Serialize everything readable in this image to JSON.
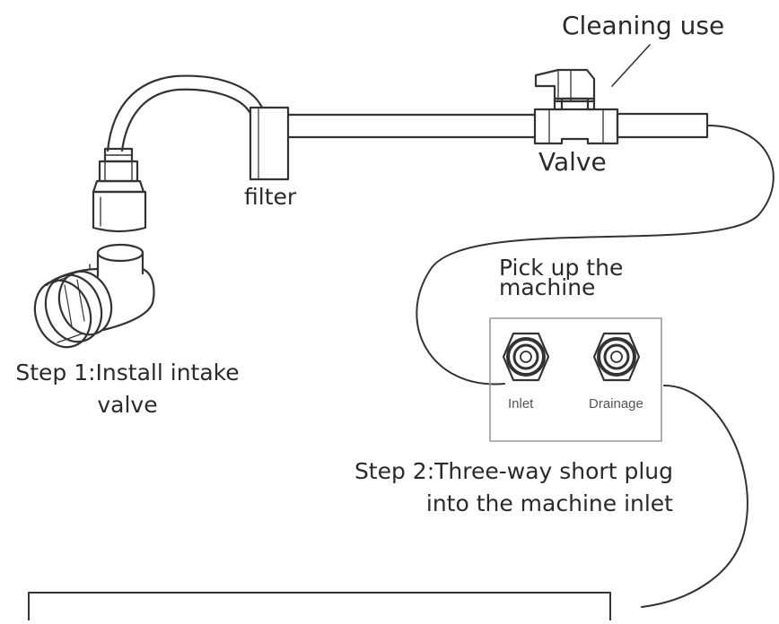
{
  "labels": {
    "cleaning_use": "Cleaning use",
    "valve": "Valve",
    "filter": "filter",
    "pick_up_line1": "Pick up the",
    "pick_up_line2": "machine",
    "inlet": "Inlet",
    "drainage": "Drainage",
    "step1_line1": "Step 1:Install intake",
    "step1_line2": "valve",
    "step2_line1": "Step 2:Three-way short plug",
    "step2_line2": "into the machine inlet"
  },
  "colors": {
    "line": "#333333",
    "panel_border": "#999999",
    "text": "#2a2a2a"
  },
  "icons": {
    "intake_valve": "angle-valve-icon",
    "hose": "hose-icon",
    "filter": "filter-cartridge-icon",
    "tee_valve": "three-way-valve-icon",
    "fitting": "bulkhead-fitting-icon"
  }
}
